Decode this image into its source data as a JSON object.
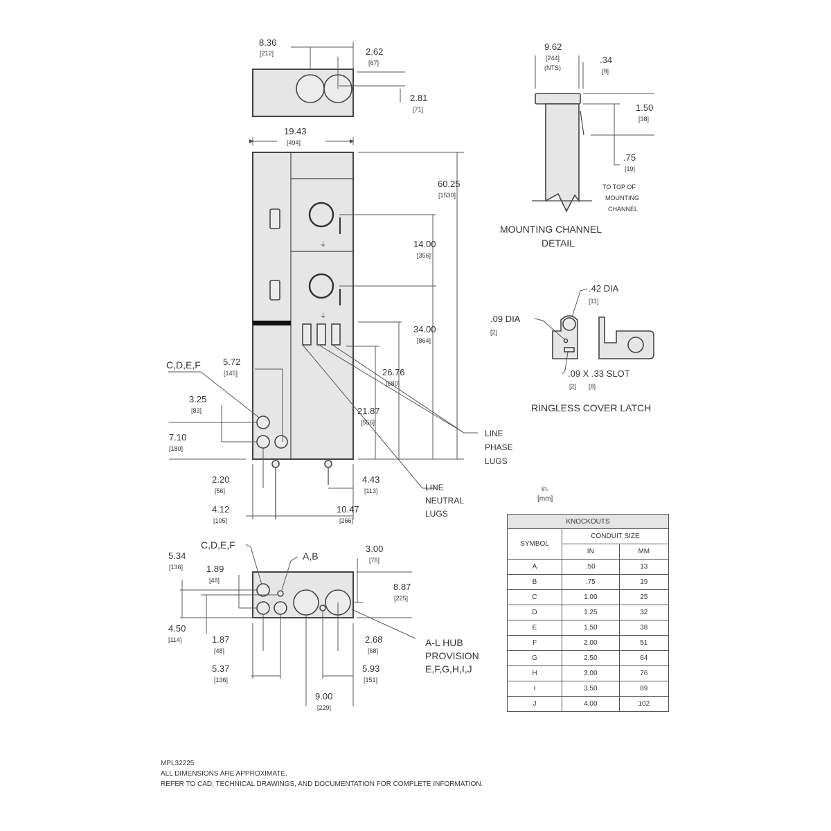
{
  "top_view": {
    "width": {
      "in": "8.36",
      "mm": "[212]"
    },
    "hub_offset": {
      "in": "2.62",
      "mm": "[67]"
    },
    "depth": {
      "in": "2.81",
      "mm": "[71]"
    }
  },
  "front_view": {
    "overall_width": {
      "in": "19.43",
      "mm": "[494]"
    },
    "overall_height": {
      "in": "60.25",
      "mm": "[1530]"
    },
    "meter_spacing": {
      "in": "14.00",
      "mm": "[356]"
    },
    "meter_to_bottom": {
      "in": "34.00",
      "mm": "[864]"
    },
    "phase_lug_height": {
      "in": "26.76",
      "mm": "[680]"
    },
    "neutral_lug_height": {
      "in": "21.87",
      "mm": "[556]"
    },
    "knockout_offset": {
      "in": "5.72",
      "mm": "[145]"
    },
    "knockout_vertical": {
      "in": "3.25",
      "mm": "[83]"
    },
    "knockout_from_bottom": {
      "in": "7.10",
      "mm": "[180]"
    },
    "dim_220": {
      "in": "2.20",
      "mm": "[56]"
    },
    "dim_412": {
      "in": "4.12",
      "mm": "[105]"
    },
    "dim_443": {
      "in": "4.43",
      "mm": "[113]"
    },
    "dim_1047": {
      "in": "10.47",
      "mm": "[266]"
    },
    "knockout_callout": "C,D,E,F",
    "phase_lugs_label": [
      "LINE",
      "PHASE",
      "LUGS"
    ],
    "neutral_lugs_label": [
      "LINE",
      "NEUTRAL",
      "LUGS"
    ]
  },
  "bottom_view": {
    "callout_cdef": "C,D,E,F",
    "callout_ab": "A,B",
    "dim_534": {
      "in": "5.34",
      "mm": "[136]"
    },
    "dim_189": {
      "in": "1.89",
      "mm": "[48]"
    },
    "dim_450": {
      "in": "4.50",
      "mm": "[114]"
    },
    "dim_187": {
      "in": "1.87",
      "mm": "[48]"
    },
    "dim_537": {
      "in": "5.37",
      "mm": "[136]"
    },
    "dim_300": {
      "in": "3.00",
      "mm": "[76]"
    },
    "dim_887": {
      "in": "8.87",
      "mm": "[225]"
    },
    "dim_268": {
      "in": "2.68",
      "mm": "[68]"
    },
    "dim_593": {
      "in": "5.93",
      "mm": "[151]"
    },
    "dim_900": {
      "in": "9.00",
      "mm": "[229]"
    },
    "hub_label": [
      "A-L HUB",
      "PROVISION",
      "E,F,G,H,I,J"
    ]
  },
  "mounting_detail": {
    "width": {
      "in": "9.62",
      "mm": "[244]",
      "note": "(NTS)"
    },
    "offset": {
      "in": ".34",
      "mm": "[9]"
    },
    "height": {
      "in": "1.50",
      "mm": "[38]"
    },
    "top": {
      "in": ".75",
      "mm": "[19]"
    },
    "note": [
      "TO TOP OF",
      "MOUNTING",
      "CHANNEL"
    ],
    "title": [
      "MOUNTING CHANNEL",
      "DETAIL"
    ]
  },
  "latch_detail": {
    "hole": {
      "in": ".42 DIA",
      "mm": "[11]"
    },
    "pin": {
      "in": ".09 DIA",
      "mm": "[2]"
    },
    "slot": {
      "in": ".09 X .33 SLOT",
      "mm1": "[2]",
      "mm2": "[8]"
    },
    "title": "RINGLESS COVER LATCH"
  },
  "knockouts_table": {
    "units": [
      "in.",
      "[mm]"
    ],
    "title": "KNOCKOUTS",
    "col_symbol": "SYMBOL",
    "col_conduit": "CONDUIT SIZE",
    "col_in": "IN",
    "col_mm": "MM",
    "rows": [
      {
        "symbol": "A",
        "in": ".50",
        "mm": "13"
      },
      {
        "symbol": "B",
        "in": ".75",
        "mm": "19"
      },
      {
        "symbol": "C",
        "in": "1.00",
        "mm": "25"
      },
      {
        "symbol": "D",
        "in": "1.25",
        "mm": "32"
      },
      {
        "symbol": "E",
        "in": "1.50",
        "mm": "38"
      },
      {
        "symbol": "F",
        "in": "2.00",
        "mm": "51"
      },
      {
        "symbol": "G",
        "in": "2.50",
        "mm": "64"
      },
      {
        "symbol": "H",
        "in": "3.00",
        "mm": "76"
      },
      {
        "symbol": "I",
        "in": "3.50",
        "mm": "89"
      },
      {
        "symbol": "J",
        "in": "4.00",
        "mm": "102"
      }
    ]
  },
  "footer": {
    "model": "MPL32225",
    "note1": "ALL DIMENSIONS ARE APPROXIMATE.",
    "note2": "REFER TO CAD, TECHNICAL DRAWINGS, AND DOCUMENTATION FOR COMPLETE INFORMATION."
  }
}
